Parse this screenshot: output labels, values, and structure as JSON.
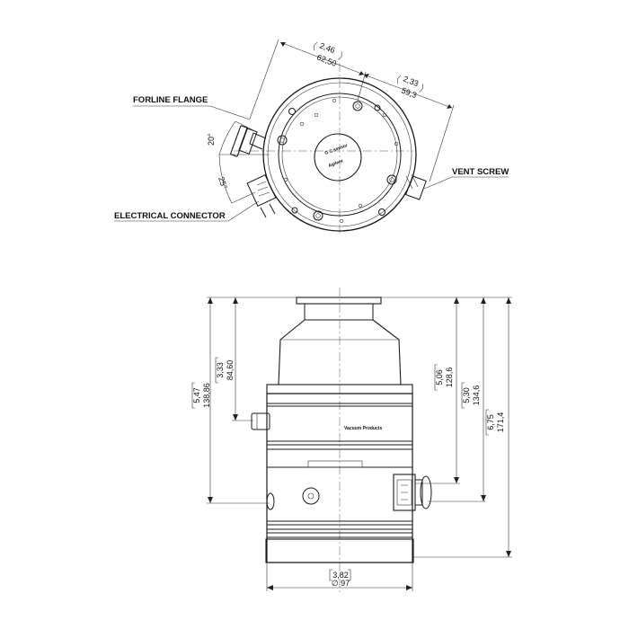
{
  "labels": {
    "forline_flange": "FORLINE FLANGE",
    "electrical_connector": "ELECTRICAL CONNECTOR",
    "vent_screw": "VENT SCREW"
  },
  "top_view": {
    "dim_a_in": "2,46",
    "dim_a_mm": "62,50",
    "dim_b_in": "2,33",
    "dim_b_mm": "59,3",
    "angle_1": "20°",
    "angle_2": "25°",
    "logo_text_1": "G C sensor",
    "logo_text_2": "Agilent"
  },
  "side_view": {
    "brand_text": "Vacuum Products",
    "dim_total_in": "5,47",
    "dim_total_mm": "138,86",
    "dim_upper_in": "3,33",
    "dim_upper_mm": "84,60",
    "dim_r1_in": "5,06",
    "dim_r1_mm": "128,6",
    "dim_r2_in": "5,30",
    "dim_r2_mm": "134,6",
    "dim_r3_in": "6,75",
    "dim_r3_mm": "171,4",
    "dia_in": "3,82",
    "dia_mm": "∅ 97"
  }
}
